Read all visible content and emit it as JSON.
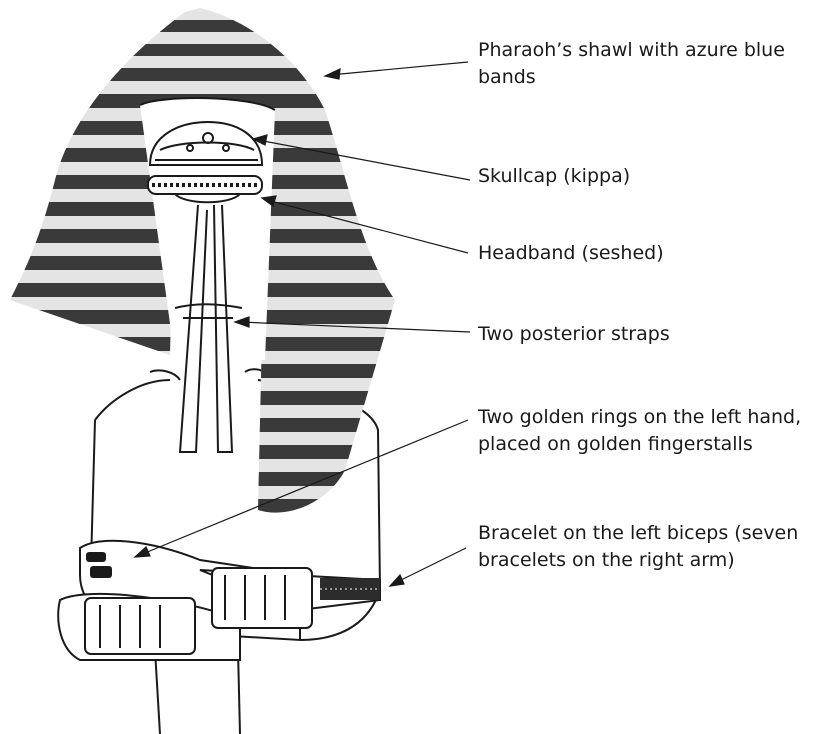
{
  "labels": {
    "shawl": [
      "Pharaoh’s shawl with azure blue",
      "bands"
    ],
    "skullcap": "Skullcap (kippa)",
    "headband": "Headband (seshed)",
    "straps": "Two posterior straps",
    "rings": [
      "Two golden rings on the left hand,",
      "placed on golden fingerstalls"
    ],
    "bracelet": [
      "Bracelet on the left biceps (seven",
      "bracelets on the right arm)"
    ]
  },
  "colors": {
    "ink": "#1a1a1a",
    "stripe": "#3a3a3a",
    "gold_band": "#e4e4e4",
    "background": "#ffffff"
  }
}
